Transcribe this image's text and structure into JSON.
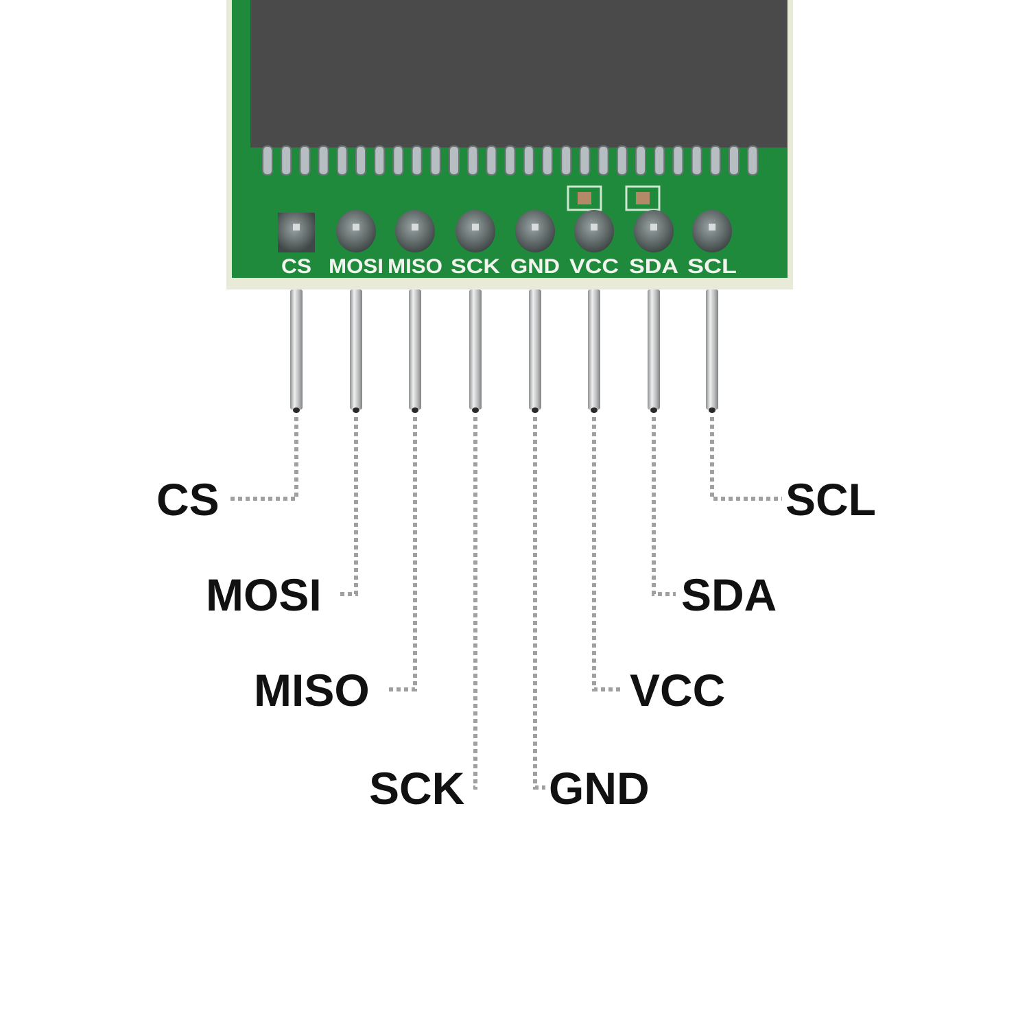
{
  "board": {
    "silkscreen_labels": [
      "CS",
      "MOSI",
      "MISO",
      "SCK",
      "GND",
      "VCC",
      "SDA",
      "SCL"
    ],
    "colors": {
      "pcb": "#1f8a3c",
      "chip": "#4b4a4a",
      "pin": "#c9cbcb",
      "leader": "#a0a0a0",
      "text": "#111111"
    }
  },
  "pinout": {
    "labels": [
      "CS",
      "MOSI",
      "MISO",
      "SCK",
      "GND",
      "VCC",
      "SDA",
      "SCL"
    ]
  }
}
